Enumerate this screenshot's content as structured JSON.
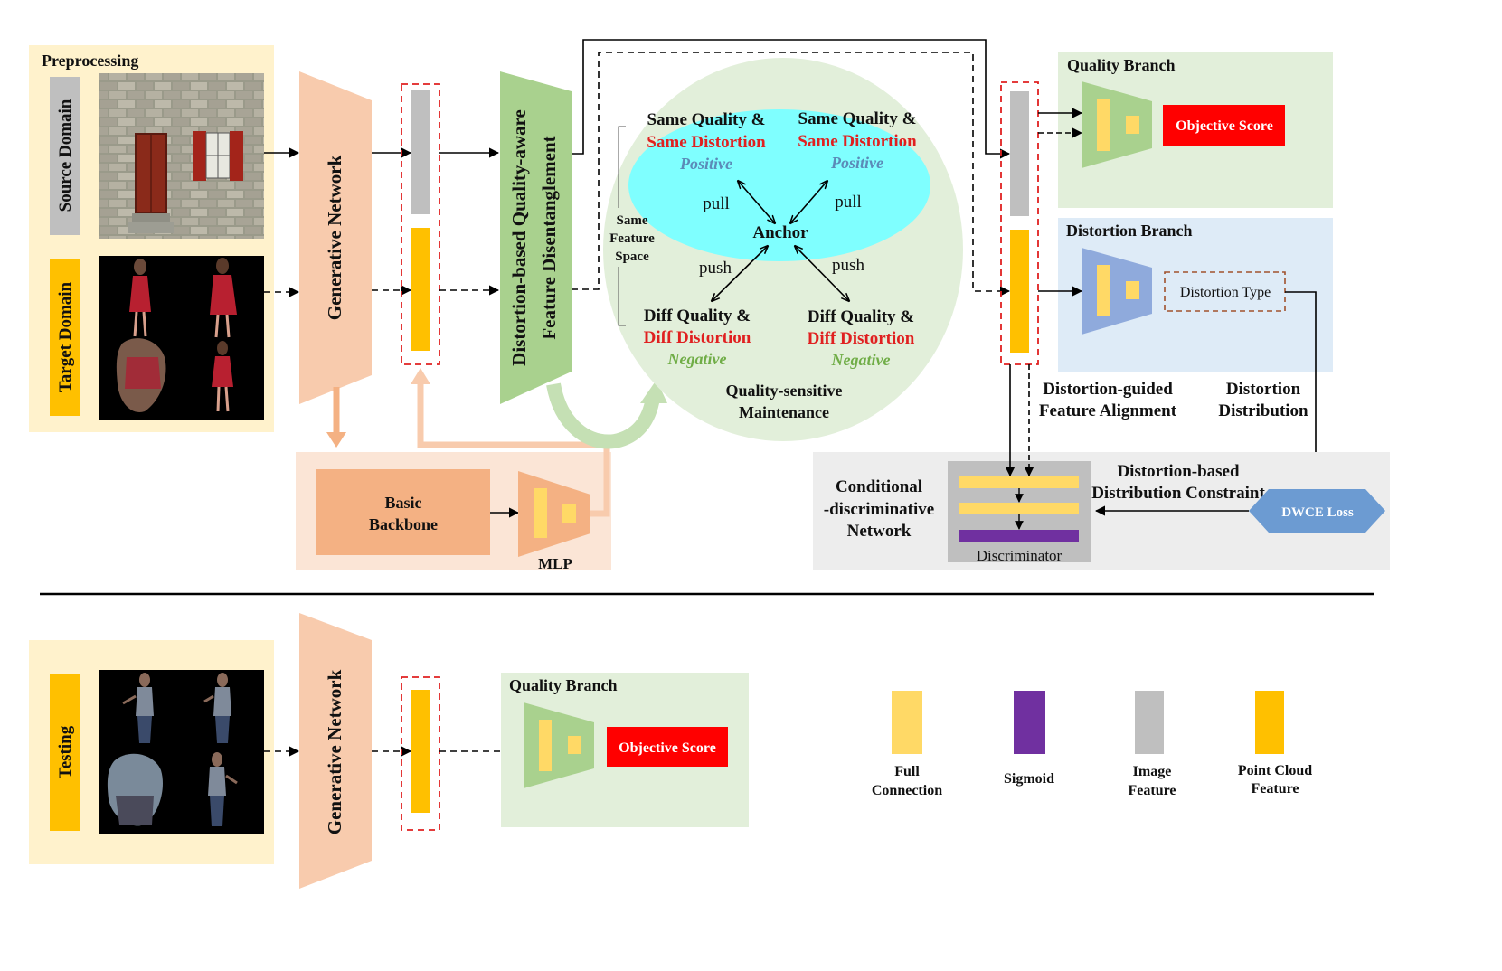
{
  "preprocessing": {
    "title": "Preprocessing",
    "source_domain": "Source Domain",
    "target_domain": "Target Domain"
  },
  "generative_network": "Generative Network",
  "disentanglement": {
    "line1": "Distortion-based Quality-aware",
    "line2": "Feature Disentanglement"
  },
  "contrastive": {
    "same_quality": "Same Quality &",
    "same_distortion": "Same Distortion",
    "positive": "Positive",
    "diff_quality": "Diff Quality &",
    "diff_distortion": "Diff Distortion",
    "negative": "Negative",
    "anchor": "Anchor",
    "pull": "pull",
    "push": "push",
    "same_feature_space": [
      "Same",
      "Feature",
      "Space"
    ],
    "maintenance": [
      "Quality-sensitive",
      "Maintenance"
    ]
  },
  "backbone": {
    "basic_backbone": [
      "Basic",
      "Backbone"
    ],
    "mlp": "MLP"
  },
  "quality_branch": {
    "title": "Quality Branch",
    "objective_score": "Objective Score"
  },
  "distortion_branch": {
    "title": "Distortion Branch",
    "distortion_type": "Distortion Type"
  },
  "alignment": {
    "guided": [
      "Distortion-guided",
      "Feature Alignment"
    ],
    "distribution": [
      "Distortion",
      "Distribution"
    ],
    "constraint": [
      "Distortion-based",
      "Distribution Constraint"
    ],
    "cond_net": [
      "Conditional",
      "-discriminative",
      "Network"
    ],
    "discriminator": "Discriminator",
    "dwce_loss": "DWCE Loss"
  },
  "testing": {
    "title": "Testing",
    "generative_network": "Generative Network",
    "quality_branch": "Quality Branch",
    "objective_score": "Objective Score"
  },
  "legend": [
    {
      "label": [
        "Full",
        "Connection"
      ],
      "color": "#FFD966"
    },
    {
      "label": [
        "Sigmoid"
      ],
      "color": "#7030A0"
    },
    {
      "label": [
        "Image",
        "Feature"
      ],
      "color": "#BFBFBF"
    },
    {
      "label": [
        "Point Cloud",
        "Feature"
      ],
      "color": "#FFC000"
    }
  ],
  "colors": {
    "preproc_bg": "#FFF2CC",
    "gen_net": "#F8CBAD",
    "green": "#A9D18E",
    "green_bg": "#E2EFDA",
    "blue_bg": "#DEEBF7",
    "distortion_trap": "#8FAADC",
    "cyan": "#7FFFFF",
    "score_red": "#FF0000",
    "dwce": "#6C9BD2",
    "gray_feature": "#BFBFBF",
    "yellow_feature": "#FFC000",
    "light_yellow": "#FFD966",
    "purple": "#7030A0"
  },
  "icons": [
    "source-image",
    "target-image",
    "testing-image"
  ]
}
